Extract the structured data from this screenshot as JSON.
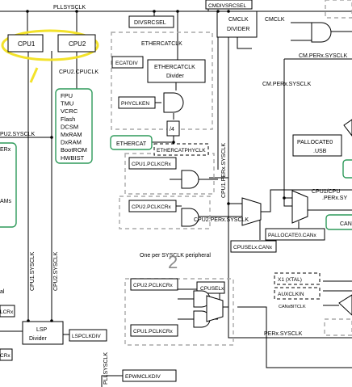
{
  "colors": {
    "line": "#000000",
    "green_box": "#2e9a5a",
    "dashed_box": "#a9a9a9",
    "highlight": "#f3e22a",
    "annotation": "#8a8a8a"
  },
  "labels": {
    "pllsysclk": "PLLSYSCLK",
    "divsrcsel": "DIVSRCSEL",
    "cmdivsrcsel": "CMDIVSRCSEL",
    "cmclk_divider_l1": "CMCLK",
    "cmclk_divider_l2": "DIVIDER",
    "cmclk": "CMCLK",
    "cpu1": "CPU1",
    "cpu2": "CPU2",
    "cpu2_cpuclk": "CPU2.CPUCLK",
    "ethercatclk": "ETHERCATCLK",
    "ecatdiv": "ECATDIV",
    "ethercatclk_div_l1": "ETHERCATCLK",
    "ethercatclk_div_l2": "Divider",
    "phyclken": "PHYCLKEN",
    "div4": "/4",
    "ethercat": "ETHERCAT",
    "ethercatphyclk": "ETHERCATPHYCLK",
    "cpu2_sysclk": "PU2.SYSCLK",
    "erx": "ERx",
    "ams": "AMs",
    "cm_perx_sysclk_top": "CM.PERx.SYSCLK",
    "cm_perx_sysclk_mid": "CM.PERx.SYSCLK",
    "cpu1_perx_sysclk": "CPU1.PERx.SYSCLK",
    "cpu1_pclkcrx": "CPU1.PCLKCRx",
    "cpu2_pclkcrx_top": "CPU2.PCLKCRx",
    "cpu2_perx_sysclk": "CPU2.PERx.SYSCLK",
    "cpu1_cpu_partial": "CPU1/CPU",
    "perx_sy_partial": ".PERx.SY",
    "pallocate0_usb_l1": "PALLOCATE0",
    "pallocate0_usb_l2": ".USB",
    "cpusel_canx": "CPUSELx.CANx",
    "pallocate0_canx": "PALLOCATE0.CANx",
    "can_partial": "CAN",
    "cpu1_sysclk": "CPU1.SYSCLK",
    "cpu2_sysclk_vert": "CPU2.SYSCLK",
    "one_per_sysclk": "One per SYSCLK peripheral",
    "handwritten_two": "2",
    "cpu2_pclkcrx_bottom": "CPU2.PCLKCRx",
    "cpuselx": "CPUSELx",
    "cpu1_pclkcrx_bottom": "CPU1.PCLKCRx",
    "x1_xtal": "X1 (XTAL)",
    "auxclkin": "AUXCLKIN",
    "canxbitclk": "CANxBITCLK",
    "al_partial": "al",
    "lcrx_partial": "LCRx",
    "lsp_divider_l1": "LSP",
    "lsp_divider_l2": "Divider",
    "lspclkdiv": "LSPCLKDIV",
    "crx_partial": "CRx",
    "perx_sysclk": "PERx.SYSCLK",
    "pllsysclk_bottom": "PLLSYSCLK",
    "epwmclkdiv": "EPWMCLKDIV"
  },
  "cpu2_peripherals": [
    "FPU",
    "TMU",
    "VCRC",
    "Flash",
    "DCSM",
    "MxRAM",
    "DxRAM",
    "BootROM",
    "HWBIST"
  ]
}
